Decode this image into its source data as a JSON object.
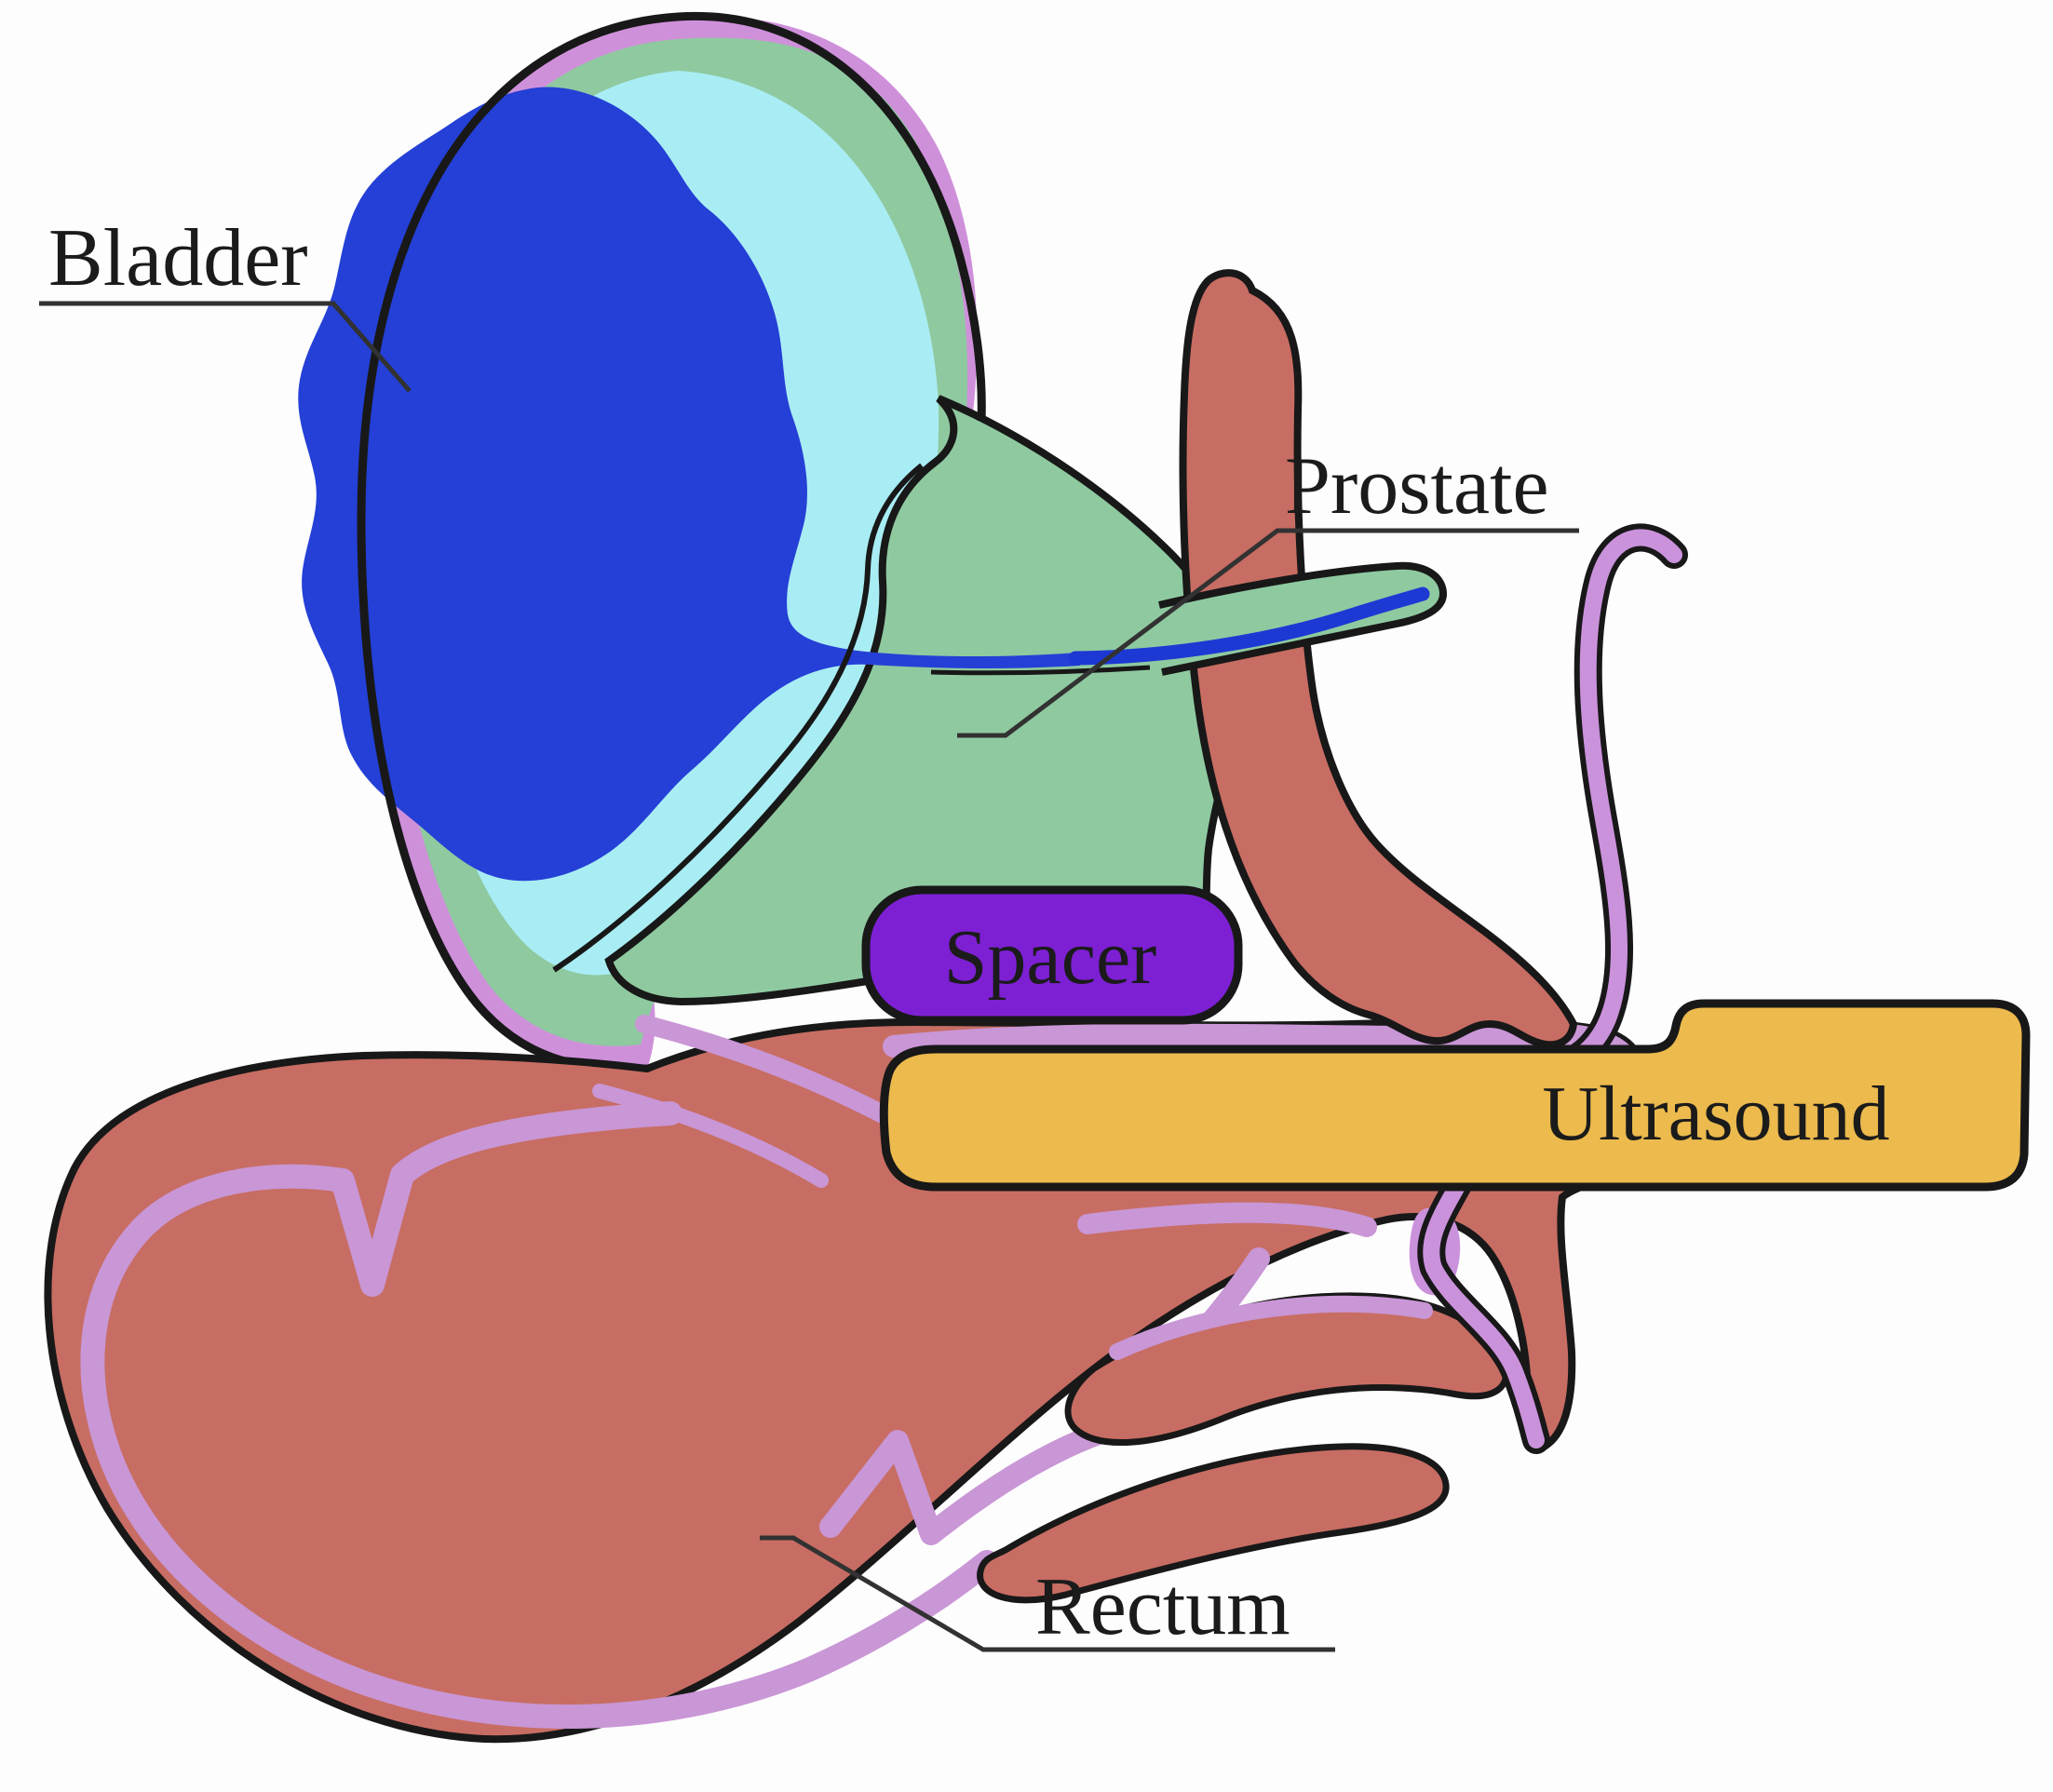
{
  "figure": {
    "kind": "anatomy-illustration",
    "labels": {
      "bladder": "Bladder",
      "prostate": "Prostate",
      "spacer": "Spacer",
      "ultrasound": "Ultrasound",
      "rectum": "Rectum"
    },
    "colors": {
      "background": "#fdfdfd",
      "outline": "#181818",
      "label_text": "#1b1b1b",
      "leader_line": "#323232",
      "bladder_outer_wall": "#cf90da",
      "tissue_green": "#8fc9a0",
      "bladder_lumen": "#a9edf4",
      "urine": "#2440d6",
      "urethra_stripe": "#1c39d4",
      "rectum": "#c76d63",
      "rectal_lining": "#c996d6",
      "spacer": "#7d20d4",
      "ultrasound_probe": "#ecba4d",
      "catheter": "#cb92dc"
    }
  }
}
